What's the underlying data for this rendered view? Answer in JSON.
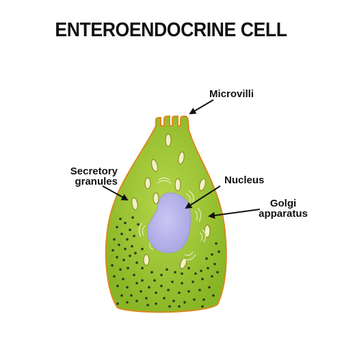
{
  "title": "ENTEROENDOCRINE CELL",
  "labels": {
    "microvilli": "Microvilli",
    "secretory_1": "Secretory",
    "secretory_2": "granules",
    "nucleus": "Nucleus",
    "golgi_1": "Golgi",
    "golgi_2": "apparatus"
  },
  "stock_id": "190804284",
  "colors": {
    "cytoplasm": "#8fbe2a",
    "cytoplasm_light": "#b4d44a",
    "outline": "#d8891e",
    "nucleus": "#b9b6ea",
    "granule": "#2e3320",
    "vesicle": "#f1f2c4"
  }
}
